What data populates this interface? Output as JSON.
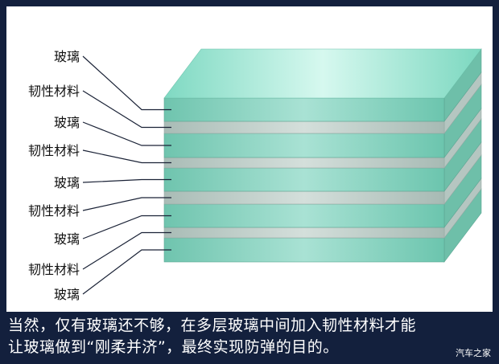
{
  "diagram": {
    "layers": [
      {
        "label": "玻璃",
        "type": "glass"
      },
      {
        "label": "韧性材料",
        "type": "tough"
      },
      {
        "label": "玻璃",
        "type": "glass"
      },
      {
        "label": "韧性材料",
        "type": "tough"
      },
      {
        "label": "玻璃",
        "type": "glass"
      },
      {
        "label": "韧性材料",
        "type": "tough"
      },
      {
        "label": "玻璃",
        "type": "glass"
      },
      {
        "label": "韧性材料",
        "type": "tough"
      },
      {
        "label": "玻璃",
        "type": "glass"
      }
    ],
    "colors": {
      "glass": "#7fd3bf",
      "tough": "#c9d6d2",
      "background": "#13203d"
    }
  },
  "caption": {
    "line1": "当然，仅有玻璃还不够，在多层玻璃中间加入韧性材料才能",
    "line2": "让玻璃做到“刚柔并济”，最终实现防弹的目的。"
  },
  "watermark": "汽车之家"
}
